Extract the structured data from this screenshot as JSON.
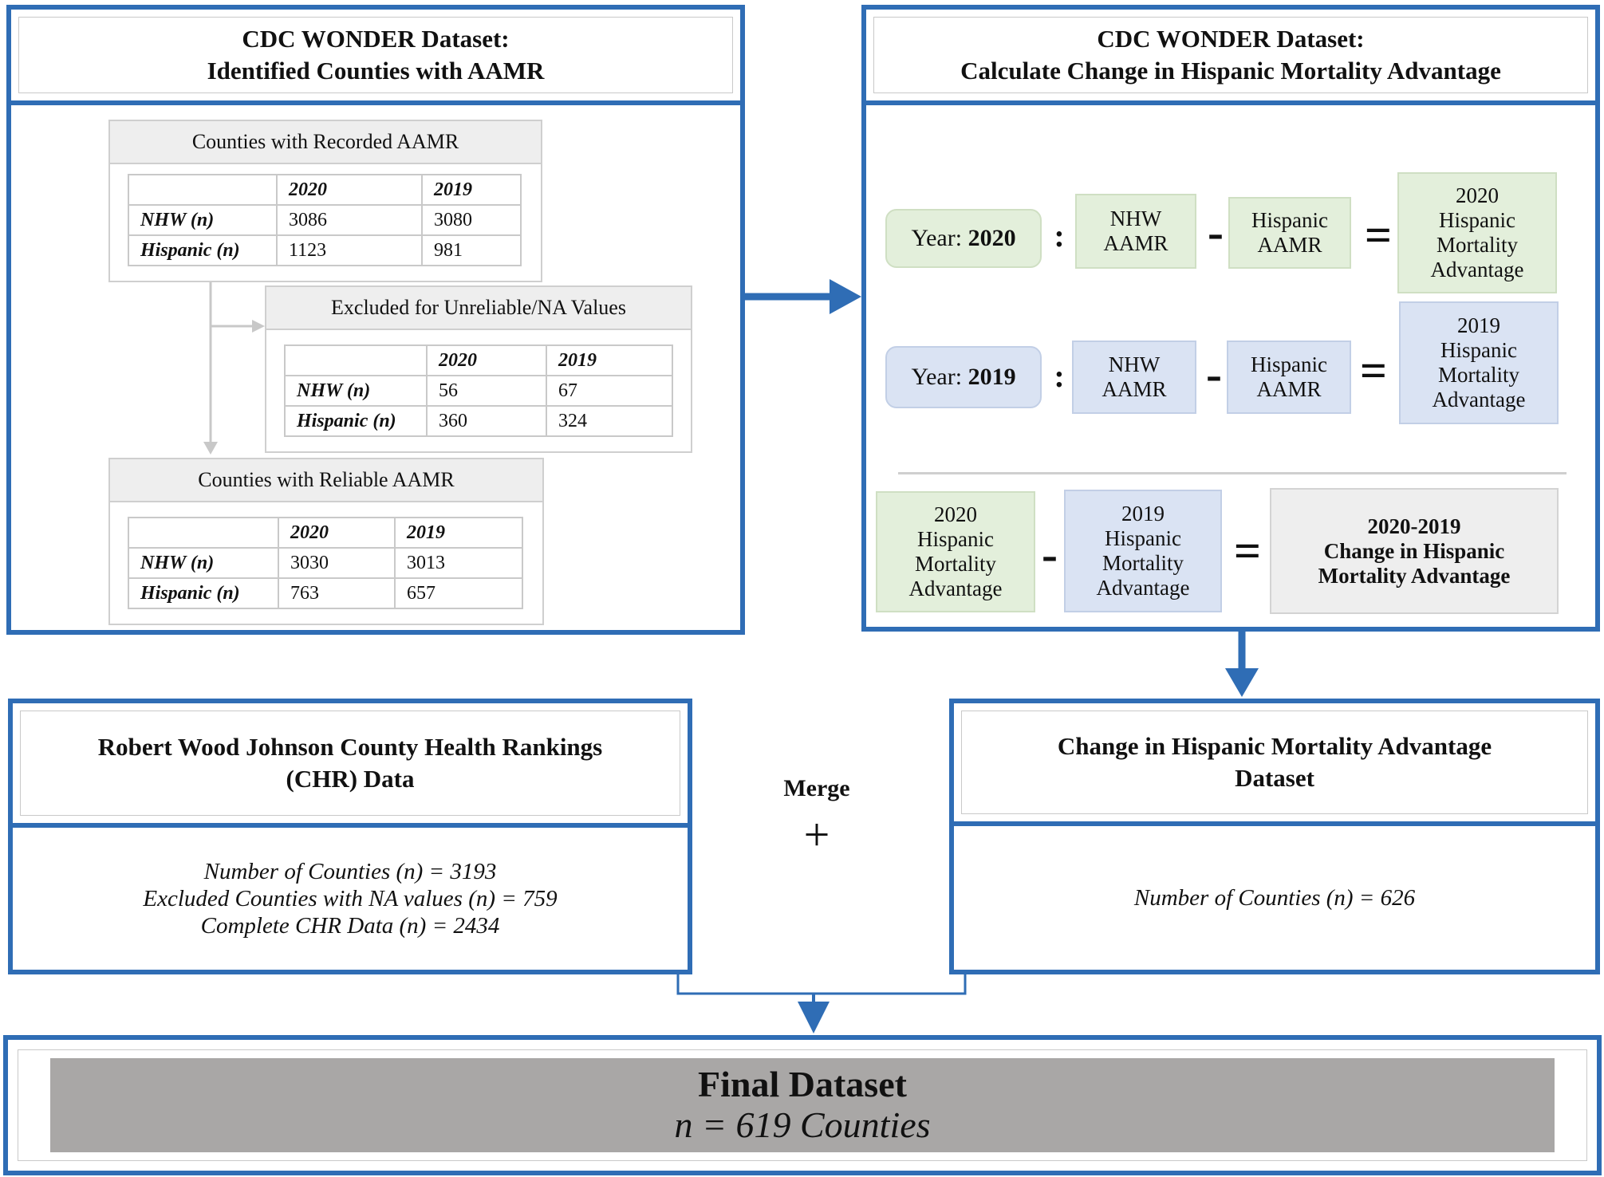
{
  "cdc_left": {
    "title_line1": "CDC WONDER Dataset:",
    "title_line2": "Identified Counties with AAMR",
    "recorded": {
      "title": "Counties with Recorded AAMR",
      "col1": "2020",
      "col2": "2019",
      "rows": [
        {
          "label": "NHW (n)",
          "v2020": "3086",
          "v2019": "3080"
        },
        {
          "label": "Hispanic (n)",
          "v2020": "1123",
          "v2019": "981"
        }
      ]
    },
    "excluded": {
      "title": "Excluded for Unreliable/NA Values",
      "col1": "2020",
      "col2": "2019",
      "rows": [
        {
          "label": "NHW (n)",
          "v2020": "56",
          "v2019": "67"
        },
        {
          "label": "Hispanic (n)",
          "v2020": "360",
          "v2019": "324"
        }
      ]
    },
    "reliable": {
      "title": "Counties with Reliable AAMR",
      "col1": "2020",
      "col2": "2019",
      "rows": [
        {
          "label": "NHW (n)",
          "v2020": "3030",
          "v2019": "3013"
        },
        {
          "label": "Hispanic (n)",
          "v2020": "763",
          "v2019": "657"
        }
      ]
    }
  },
  "cdc_right": {
    "title_line1": "CDC WONDER Dataset:",
    "title_line2": "Calculate Change in Hispanic Mortality Advantage",
    "row2020": {
      "year_label": "Year:",
      "year": "2020",
      "nhw": [
        "NHW",
        "AAMR"
      ],
      "hisp": [
        "Hispanic",
        "AAMR"
      ],
      "result": [
        "2020",
        "Hispanic",
        "Mortality",
        "Advantage"
      ]
    },
    "row2019": {
      "year_label": "Year:",
      "year": "2019",
      "nhw": [
        "NHW",
        "AAMR"
      ],
      "hisp": [
        "Hispanic",
        "AAMR"
      ],
      "result": [
        "2019",
        "Hispanic",
        "Mortality",
        "Advantage"
      ]
    },
    "final_row": {
      "a": [
        "2020",
        "Hispanic",
        "Mortality",
        "Advantage"
      ],
      "b": [
        "2019",
        "Hispanic",
        "Mortality",
        "Advantage"
      ],
      "result": [
        "2020-2019",
        "Change in Hispanic",
        "Mortality Advantage"
      ]
    },
    "colon": ":",
    "minus": "-",
    "equals": "="
  },
  "chr": {
    "title_line1": "Robert Wood Johnson County Health Rankings",
    "title_line2": "(CHR) Data",
    "lines": [
      "Number of Counties (n) = 3193",
      "Excluded Counties with NA values (n) = 759",
      "Complete CHR Data (n) = 2434"
    ]
  },
  "merge": {
    "label": "Merge",
    "symbol": "+"
  },
  "change_dataset": {
    "title_line1": "Change in Hispanic Mortality Advantage",
    "title_line2": "Dataset",
    "line": "Number of Counties (n) = 626"
  },
  "final": {
    "title": "Final Dataset",
    "subtitle": "n = 619 Counties"
  },
  "colors": {
    "border_blue": "#2f6db5",
    "arrow_blue": "#2f6db5",
    "green_fill": "#e3efdb",
    "blue_fill": "#dae3f3",
    "grey_fill": "#eeeeee",
    "final_fill": "#a9a7a6"
  }
}
